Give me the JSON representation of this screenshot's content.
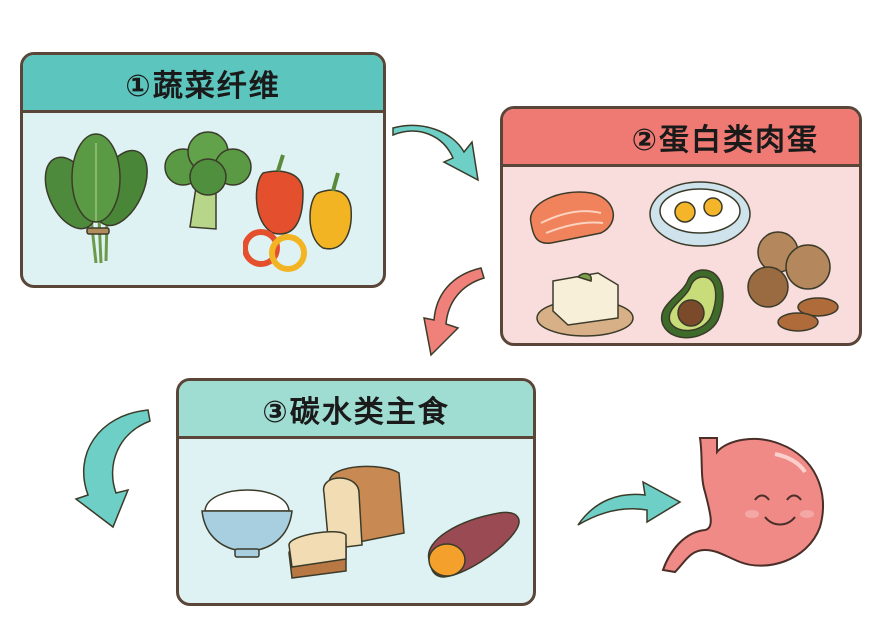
{
  "steps": [
    {
      "number": "①",
      "title": "蔬菜纤维",
      "header_color": "#5cc5bd",
      "body_color": "#dff2f3",
      "foods": [
        "spinach",
        "broccoli",
        "red-bell-pepper",
        "yellow-bell-pepper",
        "pepper-rings"
      ]
    },
    {
      "number": "②",
      "title": "蛋白类肉蛋",
      "header_color": "#ef7a73",
      "body_color": "#f9dcdc",
      "foods": [
        "salmon-steak",
        "fried-eggs-bowl",
        "tofu",
        "avocado",
        "walnuts",
        "almonds"
      ]
    },
    {
      "number": "③",
      "title": "碳水类主食",
      "header_color": "#9fdcd2",
      "body_color": "#dff2f3",
      "foods": [
        "rice-bowl",
        "bread-loaf",
        "bread-slices",
        "sweet-potato"
      ]
    }
  ],
  "arrows": [
    {
      "from": "step-1",
      "to": "step-2",
      "color": "#6dcfc6"
    },
    {
      "from": "step-2",
      "to": "step-3",
      "color": "#f0807a"
    },
    {
      "from": "left",
      "to": "step-3",
      "color": "#6dcfc6"
    },
    {
      "from": "step-3",
      "to": "stomach",
      "color": "#6dcfc6"
    }
  ],
  "labels": {
    "step1": "①蔬菜纤维",
    "step2": "②蛋白类肉蛋",
    "step3": "③碳水类主食"
  },
  "stomach": {
    "expression": "smiling",
    "color": "#f08a86"
  }
}
